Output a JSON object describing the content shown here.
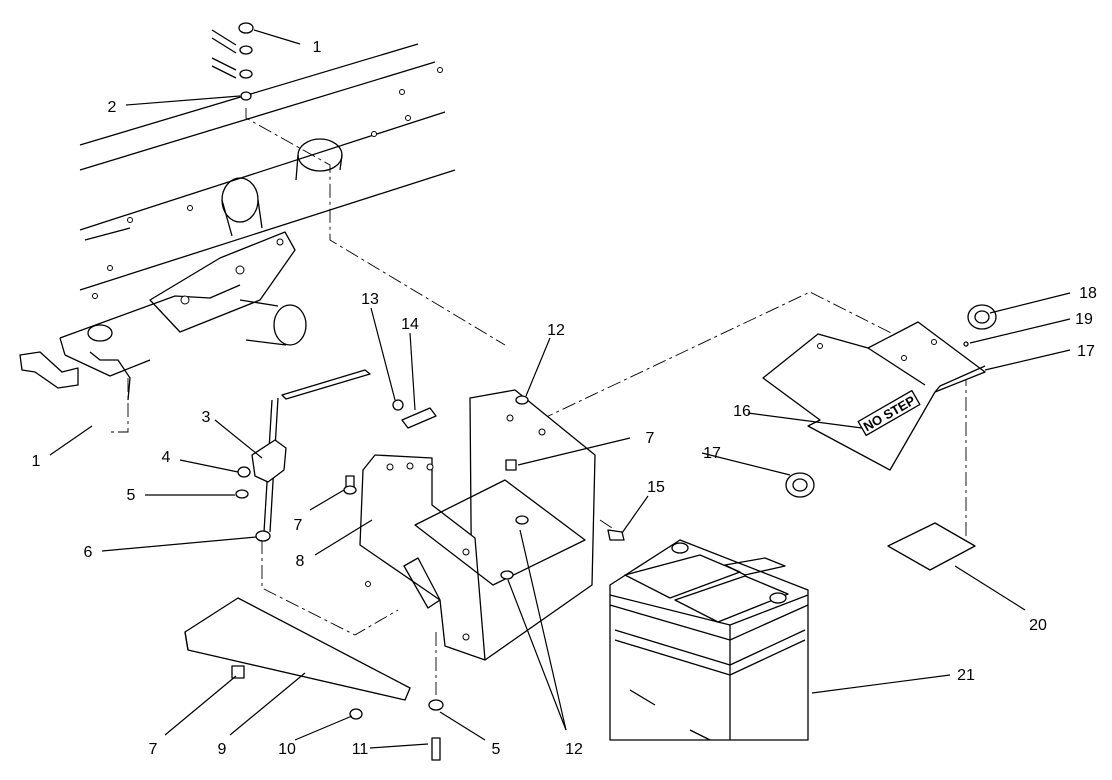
{
  "callouts": [
    {
      "id": "c1a",
      "text": "1"
    },
    {
      "id": "c2",
      "text": "2"
    },
    {
      "id": "c1b",
      "text": "1"
    },
    {
      "id": "c3",
      "text": "3"
    },
    {
      "id": "c4",
      "text": "4"
    },
    {
      "id": "c5a",
      "text": "5"
    },
    {
      "id": "c6",
      "text": "6"
    },
    {
      "id": "c7a",
      "text": "7"
    },
    {
      "id": "c8",
      "text": "8"
    },
    {
      "id": "c13",
      "text": "13"
    },
    {
      "id": "c14",
      "text": "14"
    },
    {
      "id": "c12a",
      "text": "12"
    },
    {
      "id": "c7b",
      "text": "7"
    },
    {
      "id": "c15",
      "text": "15"
    },
    {
      "id": "c16",
      "text": "16"
    },
    {
      "id": "c17a",
      "text": "17"
    },
    {
      "id": "c18",
      "text": "18"
    },
    {
      "id": "c19",
      "text": "19"
    },
    {
      "id": "c17b",
      "text": "17"
    },
    {
      "id": "c20",
      "text": "20"
    },
    {
      "id": "c21",
      "text": "21"
    },
    {
      "id": "c7c",
      "text": "7"
    },
    {
      "id": "c9",
      "text": "9"
    },
    {
      "id": "c10",
      "text": "10"
    },
    {
      "id": "c11",
      "text": "11"
    },
    {
      "id": "c5b",
      "text": "5"
    },
    {
      "id": "c12b",
      "text": "12"
    }
  ],
  "cover_decal": "NO STEP"
}
